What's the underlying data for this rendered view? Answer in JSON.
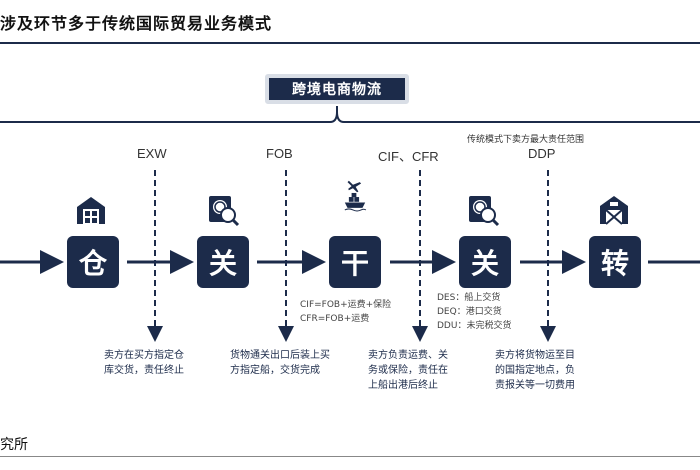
{
  "header": {
    "title": "涉及环节多于传统国际贸易业务模式"
  },
  "banner": {
    "label": "跨境电商物流"
  },
  "stages": {
    "exw": "EXW",
    "fob": "FOB",
    "cif": "CIF、CFR",
    "ddp": "DDP",
    "ddp_note": "传统模式下卖方最大责任范围"
  },
  "nodes": [
    "仓",
    "关",
    "干",
    "关",
    "转"
  ],
  "icons": [
    "warehouse-icon",
    "customs-search-icon",
    "airplane-ship-icon",
    "customs-search-icon",
    "barn-icon"
  ],
  "notes": {
    "cif_formula": [
      "CIF=FOB+运费+保险",
      "CFR=FOB+运费"
    ],
    "ddp_terms": [
      "DES：船上交货",
      "DEQ：港口交货",
      "DDU：未完税交货"
    ]
  },
  "descriptions": [
    [
      "卖方在买方指定仓",
      "库交货，责任终止"
    ],
    [
      "货物通关出口后装上买",
      "方指定船，交货完成"
    ],
    [
      "卖方负责运费、关",
      "务或保险，责任在",
      "上船出港后终止"
    ],
    [
      "卖方将货物运至目",
      "的国指定地点，负",
      "责报关等一切费用"
    ]
  ],
  "footer": {
    "source": "究所"
  },
  "colors": {
    "navy": "#1c2b4a",
    "banner_border": "#d9dee6"
  }
}
